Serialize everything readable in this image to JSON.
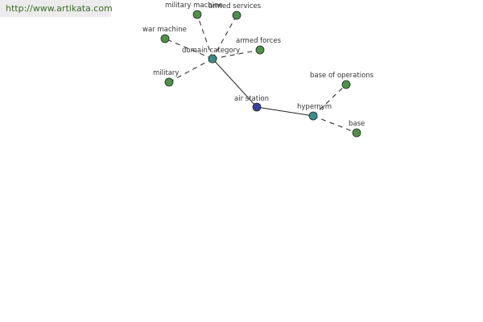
{
  "watermark": "http://www.artikata.com",
  "colors": {
    "leaf": "#4f8f4a",
    "relation": "#3d8d8a",
    "center": "#3a3f9a",
    "edge": "#222222",
    "banner_text": "#3d6b2a"
  },
  "graph": {
    "center": {
      "id": "air-station",
      "label": "air station"
    },
    "relations": [
      {
        "id": "domain-category",
        "label": "domain category",
        "children": [
          {
            "id": "military-machine",
            "label": "military machine"
          },
          {
            "id": "armed-services",
            "label": "armed services"
          },
          {
            "id": "war-machine",
            "label": "war machine"
          },
          {
            "id": "armed-forces",
            "label": "armed forces"
          },
          {
            "id": "military",
            "label": "military"
          }
        ]
      },
      {
        "id": "hypernym",
        "label": "hypernym",
        "children": [
          {
            "id": "base-of-operations",
            "label": "base of operations"
          },
          {
            "id": "base",
            "label": "base"
          }
        ]
      }
    ]
  }
}
